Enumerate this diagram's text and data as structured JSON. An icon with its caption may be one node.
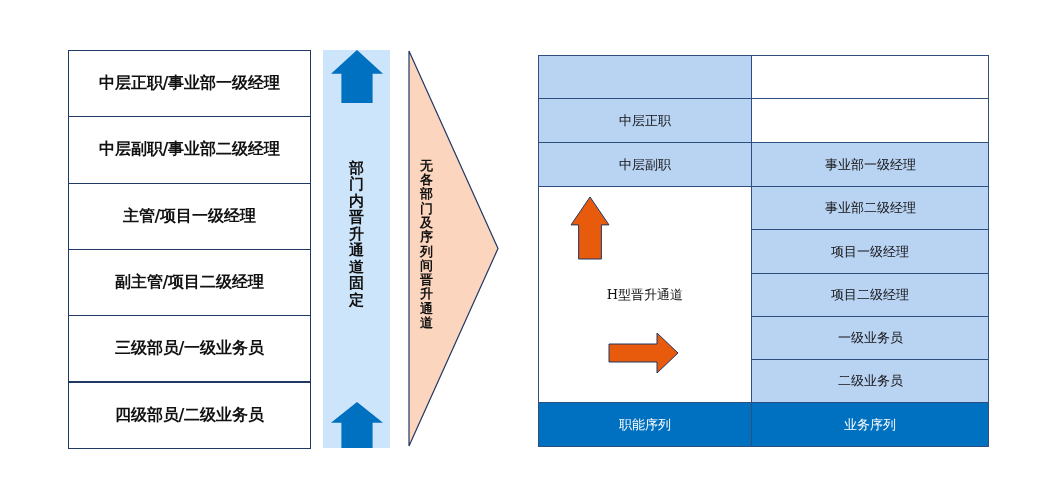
{
  "diagram": {
    "nodes": [
      {
        "text": [
          "中层正职/事业部一级经理"
        ]
      },
      {
        "text": [
          "中层副职/事业部二级经理"
        ]
      },
      {
        "text": [
          "主管/项目一级经理"
        ]
      },
      {
        "text": [
          "副主管/项目二级经理"
        ]
      },
      {
        "text": [
          "三级部员/一级业务员"
        ]
      },
      {
        "text": [
          "四级部员/二级业务员"
        ]
      },
      {
        "text": [
          "部门内晋升通道固定"
        ]
      },
      {
        "text": [
          "无各部门及序列间晋升通道"
        ]
      },
      {
        "text": [],
        "shape": "box"
      },
      {
        "text": [],
        "shape": "box"
      },
      {
        "text": [
          "中层正职"
        ]
      },
      {
        "text": [],
        "shape": "box"
      },
      {
        "text": [
          "中层副职"
        ]
      },
      {
        "text": [
          "事业部一级经理"
        ]
      },
      {
        "text": [
          "H型晋升通道"
        ]
      },
      {
        "text": [
          "事业部二级经理"
        ]
      },
      {
        "text": [
          "项目一级经理"
        ]
      },
      {
        "text": [
          "项目二级经理"
        ]
      },
      {
        "text": [
          "一级业务员"
        ]
      },
      {
        "text": [
          "二级业务员"
        ]
      },
      {
        "text": [
          "职能序列"
        ]
      },
      {
        "text": [
          "业务序列"
        ]
      }
    ]
  }
}
